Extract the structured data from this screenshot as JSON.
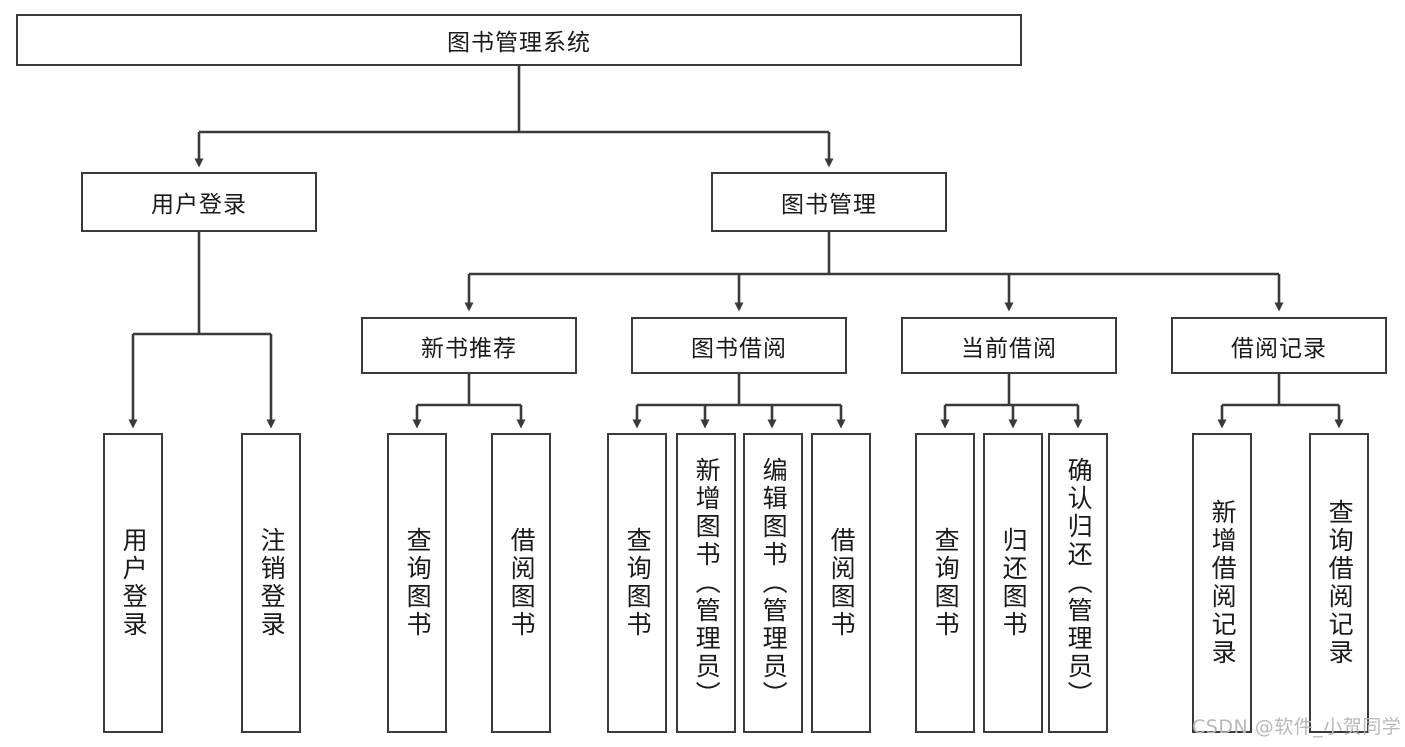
{
  "diagram": {
    "type": "tree-hierarchy-chart",
    "title_node": {
      "label": "图书管理系统"
    },
    "level1": [
      {
        "id": "user-login",
        "label": "用户登录"
      },
      {
        "id": "book-management",
        "label": "图书管理"
      }
    ],
    "level2": [
      {
        "id": "new-book-recommend",
        "label": "新书推荐"
      },
      {
        "id": "book-borrow",
        "label": "图书借阅"
      },
      {
        "id": "current-borrow",
        "label": "当前借阅"
      },
      {
        "id": "borrow-record",
        "label": "借阅记录"
      }
    ],
    "leaves": {
      "user_login": [
        {
          "id": "leaf-user-login",
          "label": "用户登录"
        },
        {
          "id": "leaf-logout-login",
          "label": "注销登录"
        }
      ],
      "new_book_recommend": [
        {
          "id": "leaf-query-book-1",
          "label": "查询图书"
        },
        {
          "id": "leaf-borrow-book-1",
          "label": "借阅图书"
        }
      ],
      "book_borrow": [
        {
          "id": "leaf-query-book-2",
          "label": "查询图书"
        },
        {
          "id": "leaf-add-book",
          "label": "新增图书（管理员）"
        },
        {
          "id": "leaf-edit-book",
          "label": "编辑图书（管理员）"
        },
        {
          "id": "leaf-borrow-book-2",
          "label": "借阅图书"
        }
      ],
      "current_borrow": [
        {
          "id": "leaf-query-book-3",
          "label": "查询图书"
        },
        {
          "id": "leaf-return-book",
          "label": "归还图书"
        },
        {
          "id": "leaf-confirm-return",
          "label": "确认归还（管理员）"
        }
      ],
      "borrow_record": [
        {
          "id": "leaf-add-record",
          "label": "新增借阅记录"
        },
        {
          "id": "leaf-query-record",
          "label": "查询借阅记录"
        }
      ]
    },
    "watermark": "CSDN @软件_小贺同学",
    "colors": {
      "border": "#3a3a3a",
      "fill": "#ffffff",
      "text": "#1a1a1a",
      "connector": "#3a3a3a",
      "watermark": "#b9b9b9"
    }
  }
}
